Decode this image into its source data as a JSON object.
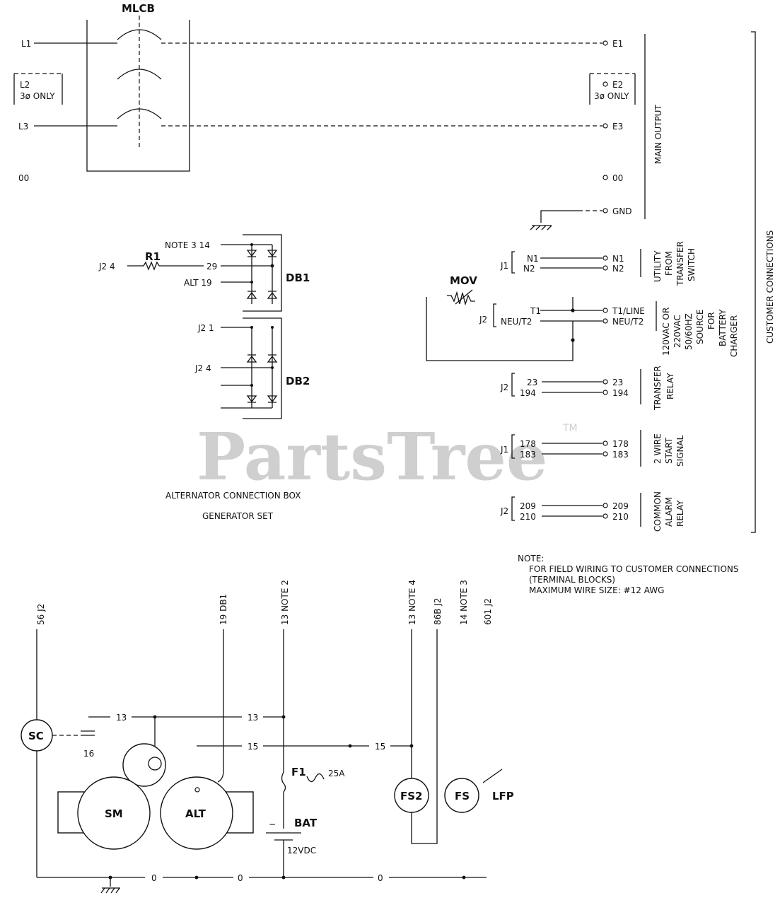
{
  "watermark": {
    "text": "PartsTree",
    "tm": "TM"
  },
  "mlcb": {
    "title": "MLCB",
    "inputs": {
      "l1": "L1",
      "l2": "L2",
      "l2_note": "3ø ONLY",
      "l3": "L3",
      "n": "00"
    },
    "outputs": {
      "e1": "E1",
      "e2": "E2",
      "e2_note": "3ø ONLY",
      "e3": "E3",
      "n": "00",
      "gnd": "GND"
    },
    "group_label": "MAIN OUTPUT"
  },
  "customer_connections": "CUSTOMER CONNECTIONS",
  "db1": {
    "title": "DB1",
    "r1": "R1",
    "j2_4": "J2 4",
    "w14": "NOTE 3 14",
    "w29": "29",
    "w19": "ALT 19"
  },
  "db2": {
    "title": "DB2",
    "j2_1": "J2 1",
    "j2_4": "J2 4"
  },
  "alt_box": {
    "line1": "ALTERNATOR CONNECTION BOX",
    "line2": "GENERATOR SET"
  },
  "mov": {
    "title": "MOV"
  },
  "terminals": {
    "utility": {
      "conn": "J1",
      "a": "N1",
      "b": "N2",
      "label": [
        "UTILITY",
        "FROM",
        "TRANSFER",
        "SWITCH"
      ]
    },
    "charger": {
      "conn": "J2",
      "a": "T1",
      "b": "NEU/T2",
      "ta": "T1/LINE",
      "tb": "NEU/T2",
      "label": [
        "120VAC OR",
        "220VAC",
        "50/60HZ",
        "SOURCE",
        "FOR",
        "BATTERY",
        "CHARGER"
      ]
    },
    "transfer": {
      "conn": "J2",
      "a": "23",
      "b": "194",
      "label": [
        "TRANSFER",
        "RELAY"
      ]
    },
    "start": {
      "conn": "J1",
      "a": "178",
      "b": "183",
      "label": [
        "2 WIRE",
        "START",
        "SIGNAL"
      ]
    },
    "alarm": {
      "conn": "J2",
      "a": "209",
      "b": "210",
      "label": [
        "COMMON",
        "ALARM",
        "RELAY"
      ]
    }
  },
  "note": {
    "title": "NOTE:",
    "lines": [
      "FOR FIELD WIRING TO CUSTOMER CONNECTIONS",
      "(TERMINAL BLOCKS)",
      "MAXIMUM WIRE SIZE: #12 AWG"
    ]
  },
  "engine": {
    "wires": {
      "w56": "56 J2",
      "w19": "19 DB1",
      "w13": "13 NOTE 2",
      "w13b": "13 NOTE 4",
      "w86": "86B J2",
      "w14": "14 NOTE 3",
      "w601": "601 J2"
    },
    "sc": "SC",
    "sm": "SM",
    "alt": "ALT",
    "fs2": "FS2",
    "fs": "FS",
    "lfp": "LFP",
    "f1": "F1",
    "fuse": "25A",
    "bat": "BAT",
    "volt": "12VDC",
    "minus": "−",
    "n13": "13",
    "n16": "16",
    "n15": "15",
    "n0": "0"
  }
}
